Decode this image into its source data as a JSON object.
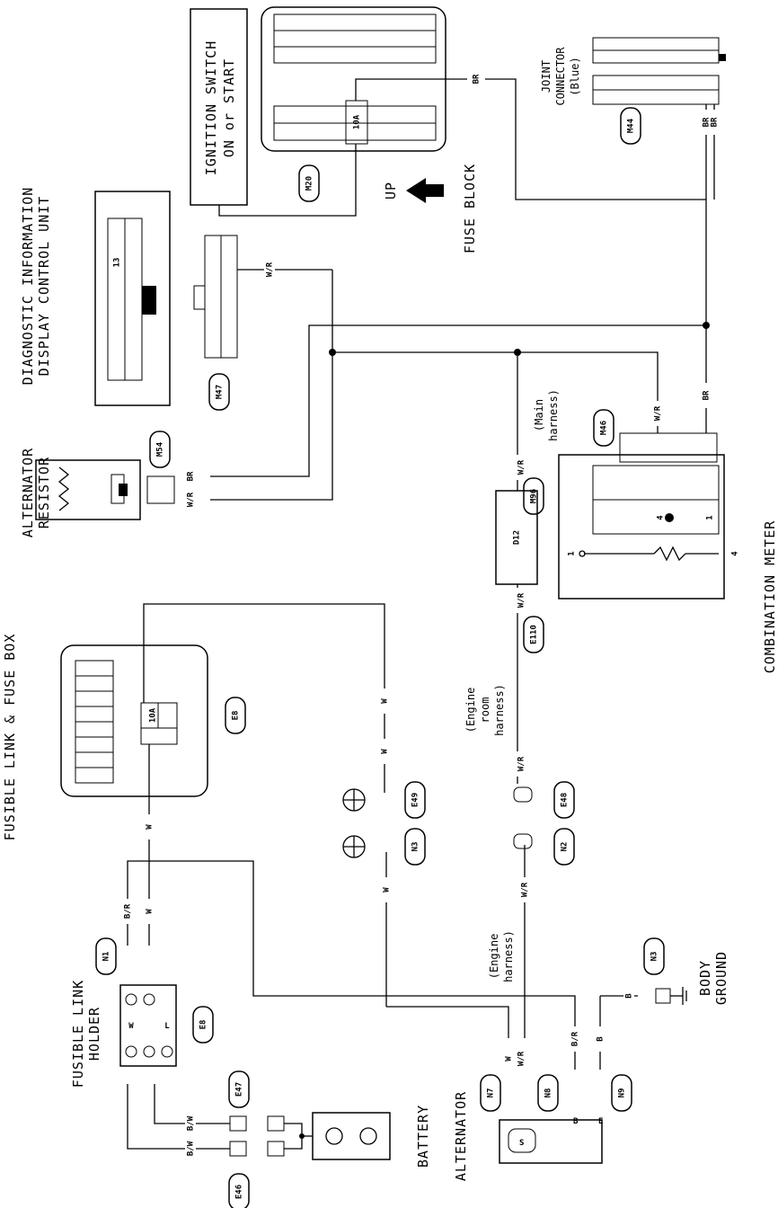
{
  "labels": {
    "fusible_link_fuse_box": "FUSIBLE LINK & FUSE BOX",
    "fusible_link_holder": [
      "FUSIBLE LINK",
      "HOLDER"
    ],
    "battery": "BATTERY",
    "alternator": "ALTERNATOR",
    "alternator_resistor": [
      "ALTERNATOR",
      "RESISTOR"
    ],
    "diagnostic_unit": [
      "DIAGNOSTIC INFORMATION",
      "DISPLAY CONTROL UNIT"
    ],
    "ignition_switch": [
      "IGNITION SWITCH",
      "ON or START"
    ],
    "fuse_block": "FUSE BLOCK",
    "up": "UP",
    "joint_connector": [
      "JOINT",
      "CONNECTOR",
      "(Blue)"
    ],
    "combination_meter": "COMBINATION METER",
    "body_ground": [
      "BODY",
      "GROUND"
    ],
    "main_harness": [
      "(Main",
      "harness)"
    ],
    "engine_room_harness": [
      "(Engine",
      "room",
      "harness)"
    ],
    "engine_harness": [
      "(Engine",
      "harness)"
    ]
  },
  "connectors": {
    "E46": "E46",
    "E47": "E47",
    "E8a": "E8",
    "E8b": "E8",
    "N1": "N1",
    "N3a": "N3",
    "E49": "E49",
    "N2": "N2",
    "E48": "E48",
    "N3b": "N3",
    "N7": "N7",
    "N8": "N8",
    "N9": "N9",
    "E110": "E110",
    "M96": "M96",
    "M54": "M54",
    "M47": "M47",
    "M20": "M20",
    "M44": "M44",
    "M46": "M46"
  },
  "fuses": {
    "fuse_e8": "10A",
    "fuse_m20": "10A"
  },
  "terminals": {
    "d12": "D12",
    "i13": "13",
    "meter4": "4",
    "meter1": "1",
    "meter_pin4": "4",
    "meter_pin1": "1",
    "alt_s": "S",
    "alt_b": "B",
    "alt_e": "E",
    "holder_w": "W",
    "holder_l": "L"
  },
  "wire_colors": {
    "bw1": "B/W",
    "bw2": "B/W",
    "br_n1": "B/R",
    "w_n1": "W",
    "w_e8": "W",
    "w_right": "W",
    "w_e49": "W",
    "w_n3": "W",
    "wr_e48": "W/R",
    "wr_n2": "W/R",
    "wr_e110": "W/R",
    "wr_m96": "W/R",
    "wr_m46": "W/R",
    "br_m46": "BR",
    "br_m54": "BR",
    "wr_m54": "W/R",
    "wr_m47": "W/R",
    "br_m20": "BR",
    "br_m44a": "BR",
    "br_m44b": "BR",
    "alt_w": "W",
    "alt_wr": "W/R",
    "br_n8": "B/R",
    "b_n9": "B",
    "b_ground": "B"
  },
  "colors": {
    "line": "#000000",
    "background": "#ffffff"
  }
}
